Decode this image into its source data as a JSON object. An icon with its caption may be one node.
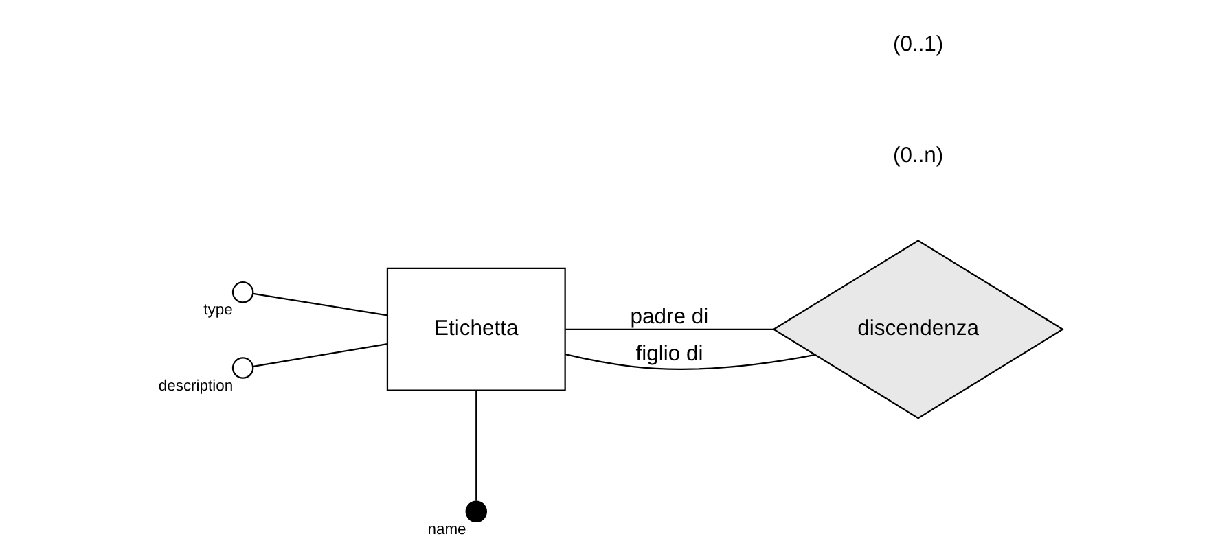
{
  "diagram": {
    "nodes": [
      {
        "text": [],
        "shape": "circle",
        "beside": [
          "name"
        ]
      },
      {
        "text": [
          "Etichetta"
        ]
      },
      {
        "text": [
          "discendenza"
        ]
      },
      {
        "text": [],
        "shape": "circle",
        "beside": [
          "type"
        ]
      },
      {
        "text": [],
        "shape": "circle",
        "beside": [
          "description"
        ]
      }
    ],
    "edges": [
      {
        "from": 1,
        "to": 0,
        "arrow": "none"
      },
      {
        "from": 3,
        "to": 1,
        "arrow": "none"
      },
      {
        "from": 4,
        "to": 1,
        "arrow": "none"
      },
      {
        "from": 1,
        "to": 2,
        "arrow": "none",
        "label": "padre di"
      },
      {
        "from": 1,
        "to": 2,
        "arrow": "none",
        "label": "figlio di"
      }
    ],
    "labels": [
      "(0..n)",
      "(0..1)"
    ]
  }
}
